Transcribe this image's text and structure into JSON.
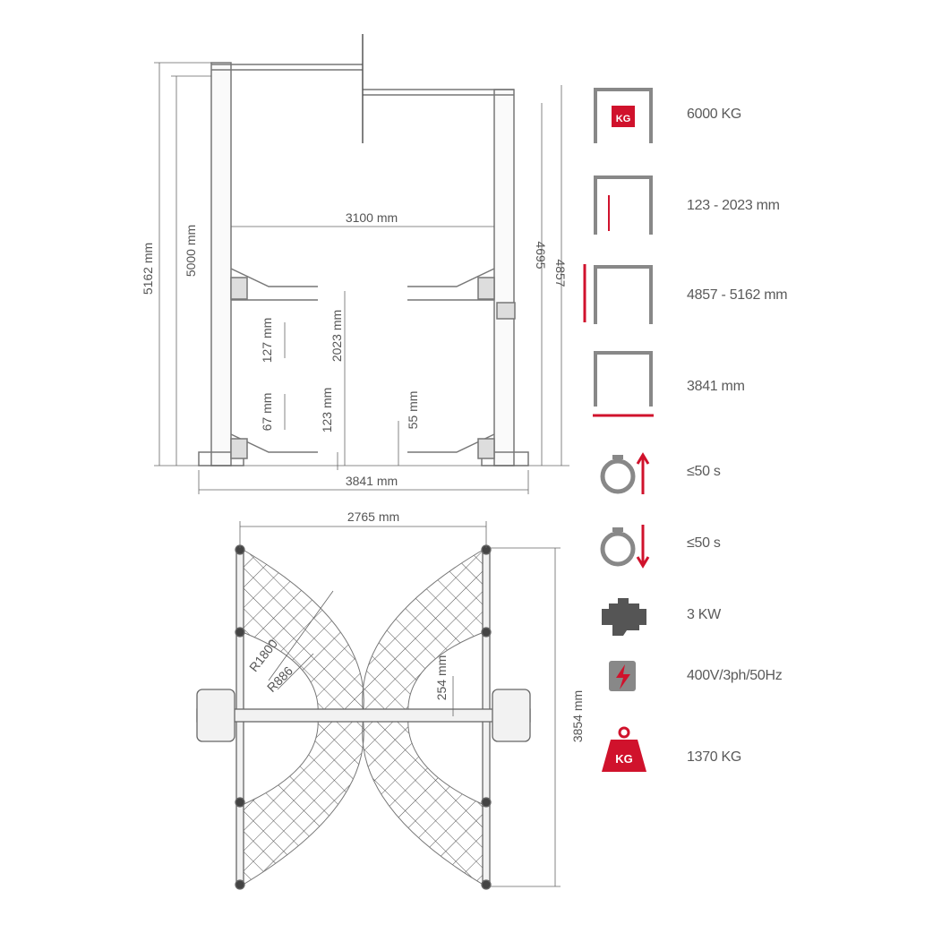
{
  "colors": {
    "accent": "#d0122c",
    "line": "#777777",
    "text": "#555555"
  },
  "front_view": {
    "height_total": "5162 mm",
    "height_post": "5000 mm",
    "height_inner": "4695",
    "height_outer": "4857",
    "width_between_posts": "3100 mm",
    "width_total": "3841 mm",
    "lift_height": "2023 mm",
    "min_height": "123 mm",
    "min_height_short": "55 mm",
    "adapter_tall": "127 mm",
    "adapter_short": "67 mm"
  },
  "top_view": {
    "width": "2765 mm",
    "depth": "3854 mm",
    "radius_outer": "R1800",
    "radius_inner": "R886",
    "offset": "254 mm"
  },
  "specs": [
    {
      "icon": "weight-capacity-icon",
      "value": "6000 KG"
    },
    {
      "icon": "lift-height-range-icon",
      "value": "123 - 2023 mm"
    },
    {
      "icon": "total-height-icon",
      "value": "4857 - 5162 mm"
    },
    {
      "icon": "total-width-icon",
      "value": "3841 mm"
    },
    {
      "icon": "lift-time-up-icon",
      "value": "≤50 s"
    },
    {
      "icon": "lift-time-down-icon",
      "value": "≤50 s"
    },
    {
      "icon": "motor-icon",
      "value": "3 KW"
    },
    {
      "icon": "power-supply-icon",
      "value": "400V/3ph/50Hz"
    },
    {
      "icon": "weight-icon",
      "value": "1370 KG"
    }
  ]
}
